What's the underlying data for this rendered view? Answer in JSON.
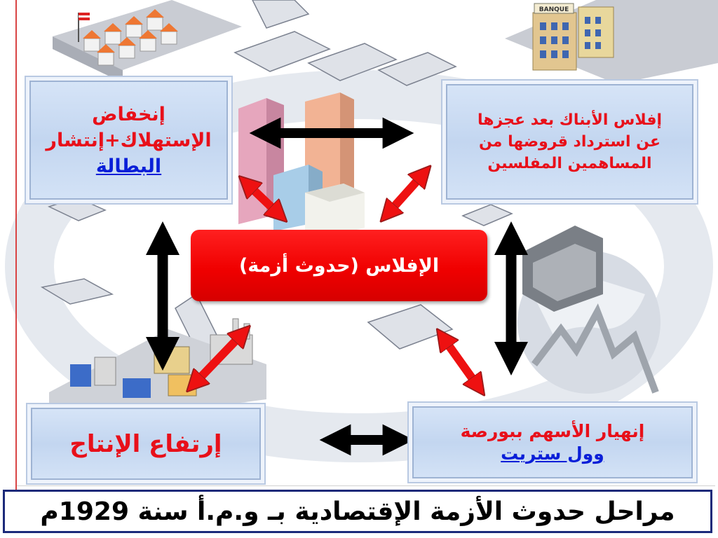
{
  "boxes": {
    "top_left": {
      "line1": "إنخفاض",
      "line2": "الإستهلاك+إنتشار",
      "line3": "البطالة"
    },
    "top_right": {
      "line1": "إفلاس الأبناك بعد عجزها",
      "line2": "عن استرداد قروضها من",
      "line3": "المساهمين المفلسين"
    },
    "center": "الإفلاس (حدوث أزمة)",
    "bottom_left": "إرتفاع الإنتاج",
    "bottom_right": {
      "line1": "إنهيار الأسهم ببورصة",
      "line2": "وول ستريت"
    }
  },
  "bank_sign": "BANQUE",
  "title": "مراحل حدوث الأزمة الإقتصادية بـ و.م.أ سنة 1929م",
  "colors": {
    "box_red_text": "#e8101a",
    "box_blue_text": "#0a1fd8",
    "center_fill": "#f00000",
    "title_border": "#1c2a7a",
    "black_arrow": "#000000",
    "red_arrow": "#ee1111"
  }
}
